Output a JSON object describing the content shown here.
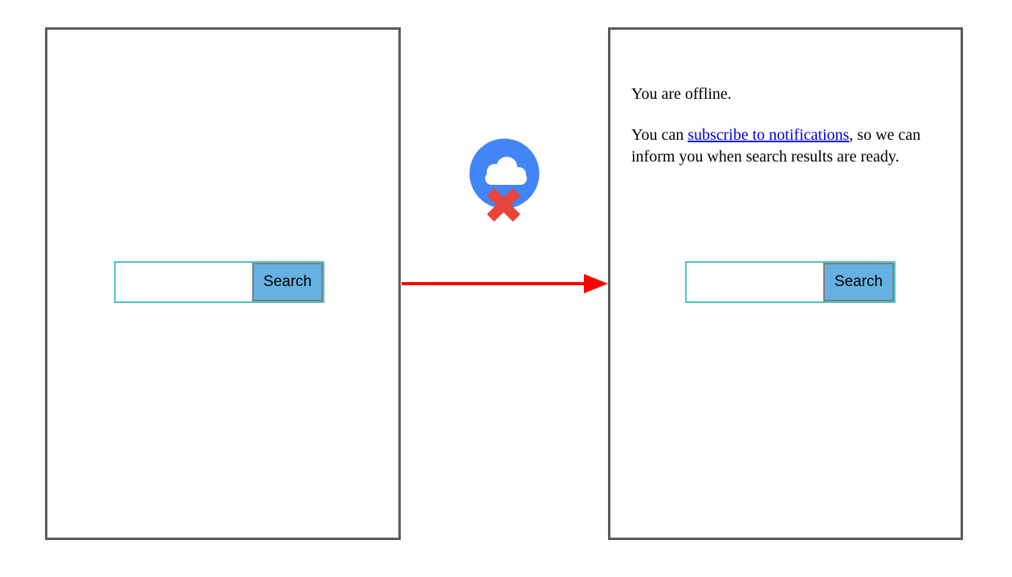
{
  "diagram": {
    "left_window": {
      "search_form": {
        "input_value": "",
        "button_label": "Search"
      }
    },
    "right_window": {
      "status_message": "You are offline.",
      "notification_sentence": {
        "prefix": "You can ",
        "link_text": "subscribe to notifications",
        "suffix": ", so we can",
        "line2": "inform you when search results are ready."
      },
      "search_form": {
        "input_value": "",
        "button_label": "Search"
      }
    },
    "icons": {
      "offline_cloud_icon": "blue circle with white cloud and red cross",
      "flow_arrow_icon": "red arrow pointing right"
    },
    "colors": {
      "window_border": "#5a5a5a",
      "search_field_border": "#4fc5c7",
      "button_fill": "#65b2e2",
      "button_border": "#7f7f7f",
      "arrow_red": "#fb0000",
      "icon_circle_blue": "#4285f4",
      "icon_cross_red": "#e8463c",
      "cloud_white": "#ffffff",
      "link_blue": "#0000e0"
    }
  }
}
